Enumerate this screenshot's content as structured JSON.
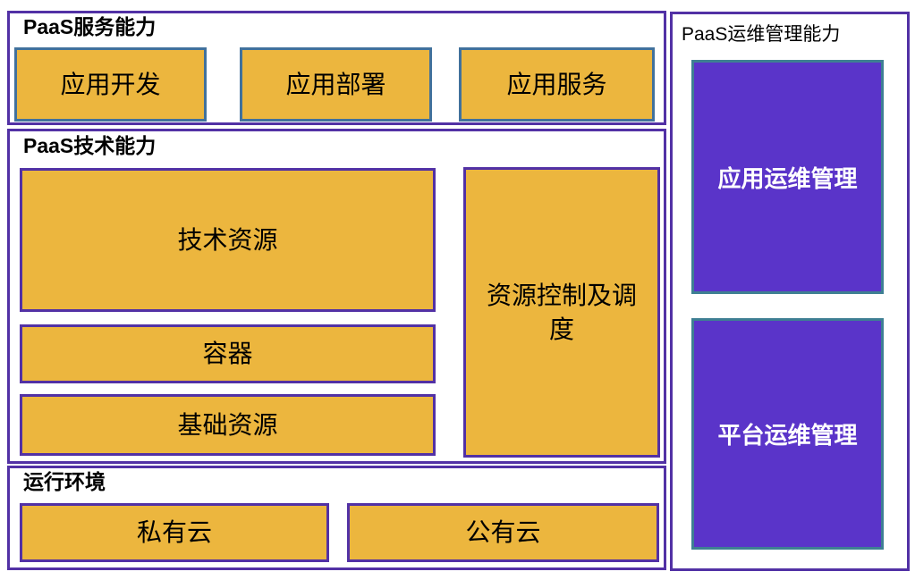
{
  "service_section": {
    "title": "PaaS服务能力",
    "boxes": [
      "应用开发",
      "应用部署",
      "应用服务"
    ]
  },
  "tech_section": {
    "title": "PaaS技术能力",
    "boxes": [
      "技术资源",
      "容器",
      "基础资源",
      "资源控制及调度"
    ]
  },
  "runtime_section": {
    "title": "运行环境",
    "boxes": [
      "私有云",
      "公有云"
    ]
  },
  "ops_panel": {
    "title": "PaaS运维管理能力",
    "boxes": [
      "应用运维管理",
      "平台运维管理"
    ]
  },
  "colors": {
    "gold_fill": "#ECB63E",
    "blue_box_border": "#41719C",
    "purple_section_border": "#5231A5",
    "violet_fill": "#5A34C9",
    "teal_box_border": "#3E7F93",
    "text_dark": "#000000",
    "text_light": "#FFFFFF"
  }
}
